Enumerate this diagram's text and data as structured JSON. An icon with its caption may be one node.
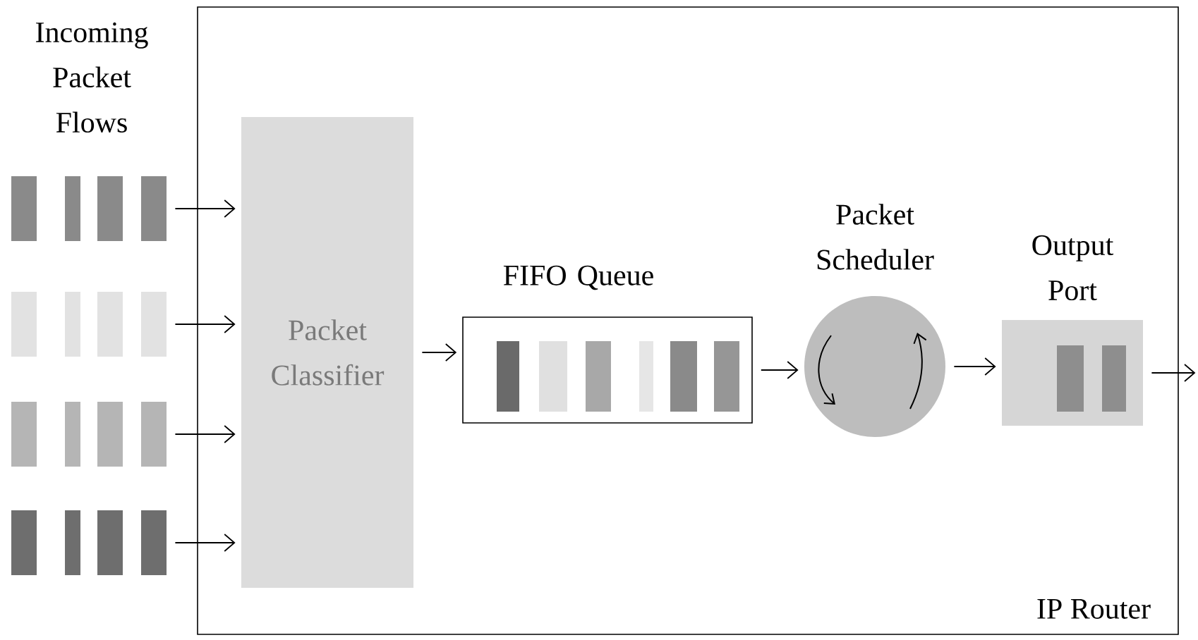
{
  "diagram": {
    "nodes": [
      {
        "text": [
          "IP Router"
        ]
      },
      {
        "text": [],
        "shape": "box"
      },
      {
        "text": [],
        "shape": "box"
      },
      {
        "text": [],
        "shape": "box"
      },
      {
        "text": [],
        "shape": "box"
      },
      {
        "text": [
          "Packet Classifier"
        ],
        "in": 0
      },
      {
        "text": [
          "FIFO Queue"
        ],
        "in": 0
      },
      {
        "text": [
          "Packet Scheduler"
        ],
        "in": 0
      },
      {
        "text": [
          "Output Port"
        ],
        "in": 0
      }
    ],
    "edges": [
      {
        "from": 1,
        "to": 5,
        "arrow": "to"
      },
      {
        "from": 2,
        "to": 5,
        "arrow": "to"
      },
      {
        "from": 3,
        "to": 5,
        "arrow": "to"
      },
      {
        "from": 4,
        "to": 5,
        "arrow": "to"
      },
      {
        "from": 5,
        "to": 6,
        "arrow": "to"
      },
      {
        "from": 6,
        "to": 7,
        "arrow": "to"
      },
      {
        "from": 7,
        "to": 8,
        "arrow": "to"
      },
      {
        "from": 8,
        "to": null,
        "arrow": "to"
      }
    ],
    "labels": [
      "Incoming Packet Flows"
    ]
  }
}
